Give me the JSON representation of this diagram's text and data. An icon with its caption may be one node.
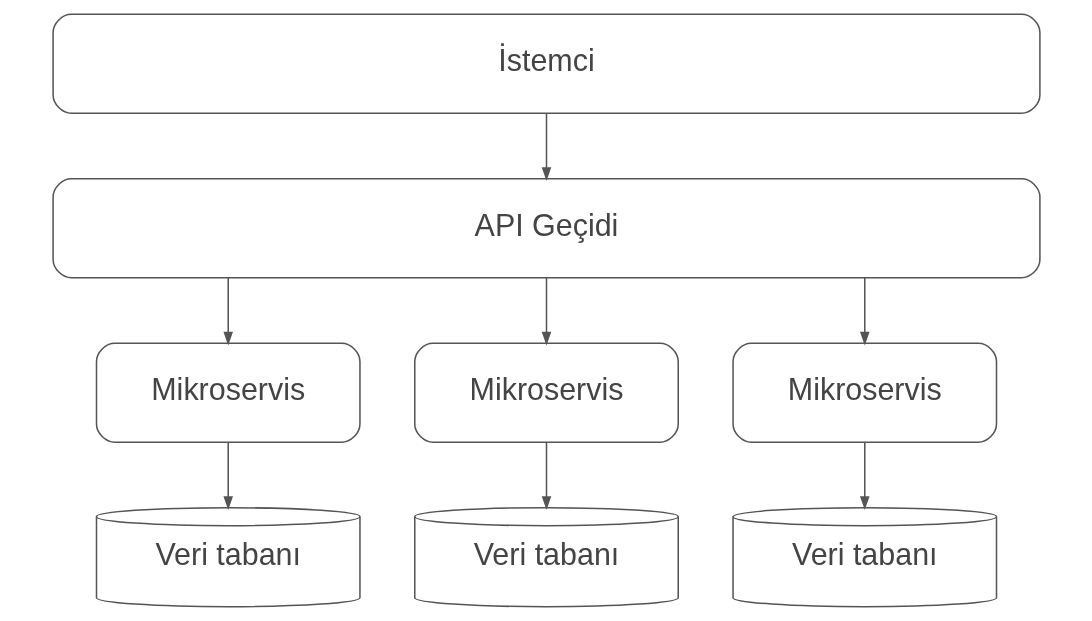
{
  "diagram": {
    "nodes": [
      {
        "text": [
          "İstemci"
        ]
      },
      {
        "text": [
          "API Geçidi"
        ]
      },
      {
        "text": [
          "Mikroservis"
        ]
      },
      {
        "text": [
          "Mikroservis"
        ]
      },
      {
        "text": [
          "Mikroservis"
        ]
      },
      {
        "text": [
          "Veri tabanı"
        ]
      },
      {
        "text": [
          "Veri tabanı"
        ]
      },
      {
        "text": [
          "Veri tabanı"
        ]
      }
    ],
    "edges": [
      {
        "from": 0,
        "to": 1,
        "arrow": "to"
      },
      {
        "from": 1,
        "to": 2,
        "arrow": "to"
      },
      {
        "from": 1,
        "to": 3,
        "arrow": "to"
      },
      {
        "from": 1,
        "to": 4,
        "arrow": "to"
      },
      {
        "from": 2,
        "to": 5,
        "arrow": "to"
      },
      {
        "from": 3,
        "to": 6,
        "arrow": "to"
      },
      {
        "from": 4,
        "to": 7,
        "arrow": "to"
      }
    ]
  }
}
